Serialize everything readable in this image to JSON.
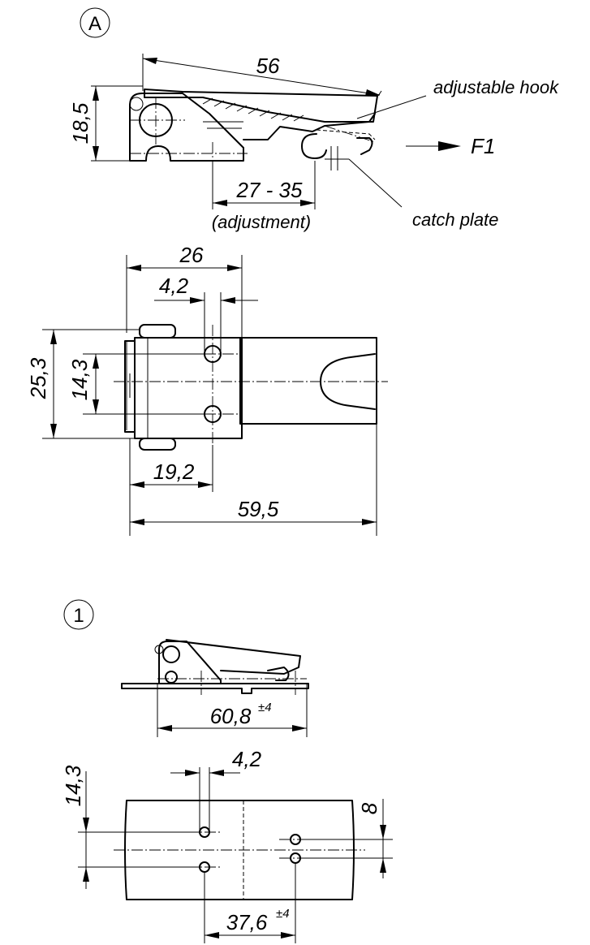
{
  "view_a": {
    "marker": "A",
    "dim_length": "56",
    "dim_height": "18,5",
    "dim_adjustment": "27 - 35",
    "adjustment_note": "(adjustment)",
    "label_hook": "adjustable hook",
    "label_catch": "catch plate",
    "force_label": "F1"
  },
  "view_top": {
    "dim_width": "26",
    "dim_hole_dia": "4,2",
    "dim_overall_height": "25,3",
    "dim_hole_spacing": "14,3",
    "dim_hole_offset": "19,2",
    "dim_overall_length": "59,5"
  },
  "view_1": {
    "marker": "1",
    "dim_mount_length": "60,8",
    "dim_mount_tol": "±4",
    "dim_hole_dia": "4,2",
    "dim_hole_spacing": "14,3",
    "dim_catch_spacing": "8",
    "dim_catch_offset": "37,6",
    "dim_catch_tol": "±4"
  }
}
